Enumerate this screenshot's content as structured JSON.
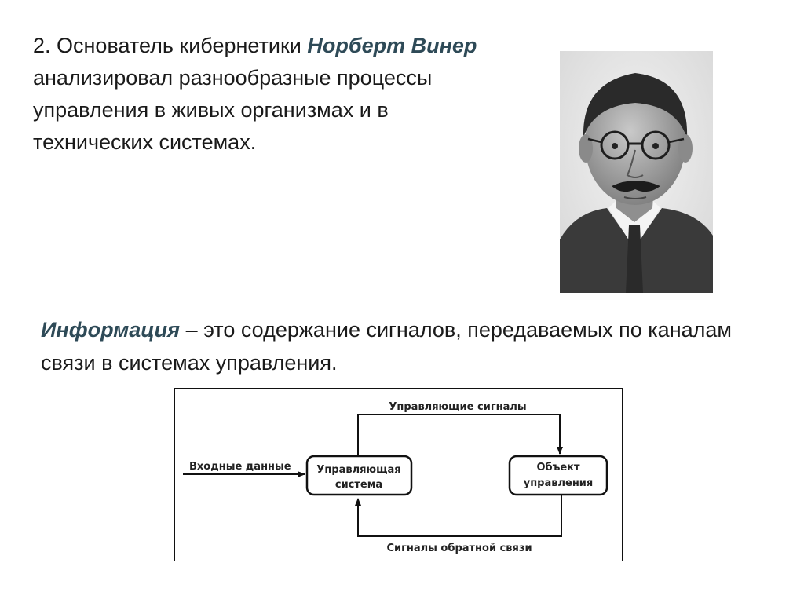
{
  "paragraph1": {
    "prefix": "2. Основатель кибернетики ",
    "name": "Норберт Винер",
    "rest": " анализировал разнообразные процессы управления в живых организмах и в технических системах."
  },
  "paragraph2": {
    "term": "Информация",
    "rest": " – это содержание сигналов, передаваемых по каналам связи в системах управления."
  },
  "diagram": {
    "input_label": "Входные данные",
    "controller_line1": "Управляющая",
    "controller_line2": "система",
    "object_line1": "Объект",
    "object_line2": "управления",
    "control_signals": "Управляющие сигналы",
    "feedback_signals": "Сигналы обратной связи"
  },
  "colors": {
    "accent": "#2e4a57",
    "text": "#1a1a1a"
  }
}
